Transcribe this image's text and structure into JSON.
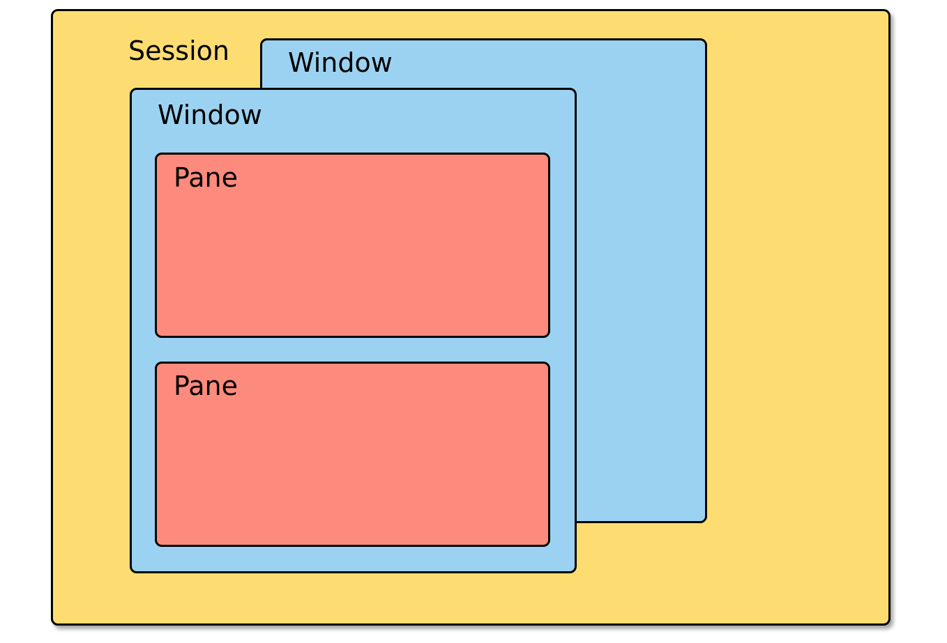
{
  "colors": {
    "session": "#FDDD72",
    "window": "#9CD2F1",
    "pane": "#FD8B7D",
    "border": "#000000"
  },
  "diagram": {
    "session": {
      "label": "Session"
    },
    "windows": [
      {
        "label": "Window"
      },
      {
        "label": "Window"
      }
    ],
    "panes": [
      {
        "label": "Pane"
      },
      {
        "label": "Pane"
      }
    ]
  }
}
